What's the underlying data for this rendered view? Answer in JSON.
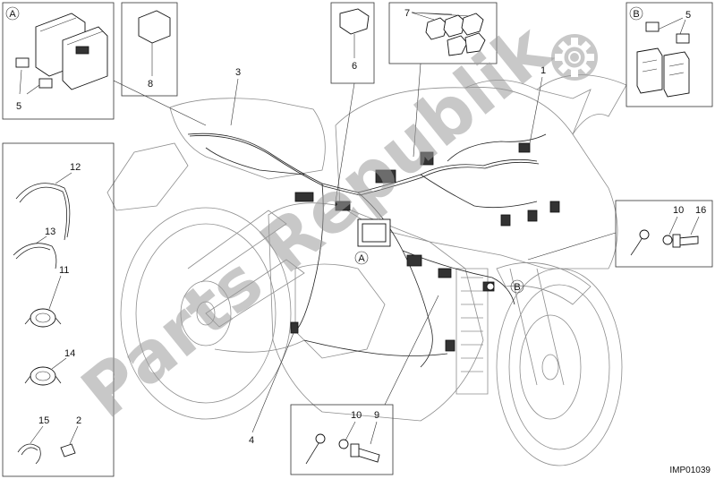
{
  "diagram": {
    "drawing_code": "IMP01039",
    "watermark": "Parts Republik",
    "callouts": {
      "c1": "1",
      "c2": "2",
      "c3": "3",
      "c4": "4",
      "c5a": "5",
      "c5b": "5",
      "c6": "6",
      "c7": "7",
      "c8": "8",
      "c9": "9",
      "c10a": "10",
      "c10b": "10",
      "c11": "11",
      "c12": "12",
      "c13": "13",
      "c14": "14",
      "c15": "15",
      "c16": "16"
    },
    "detail_markers": {
      "a_box": "A",
      "b_box": "B",
      "a_bike": "A",
      "b_bike": "B"
    }
  }
}
